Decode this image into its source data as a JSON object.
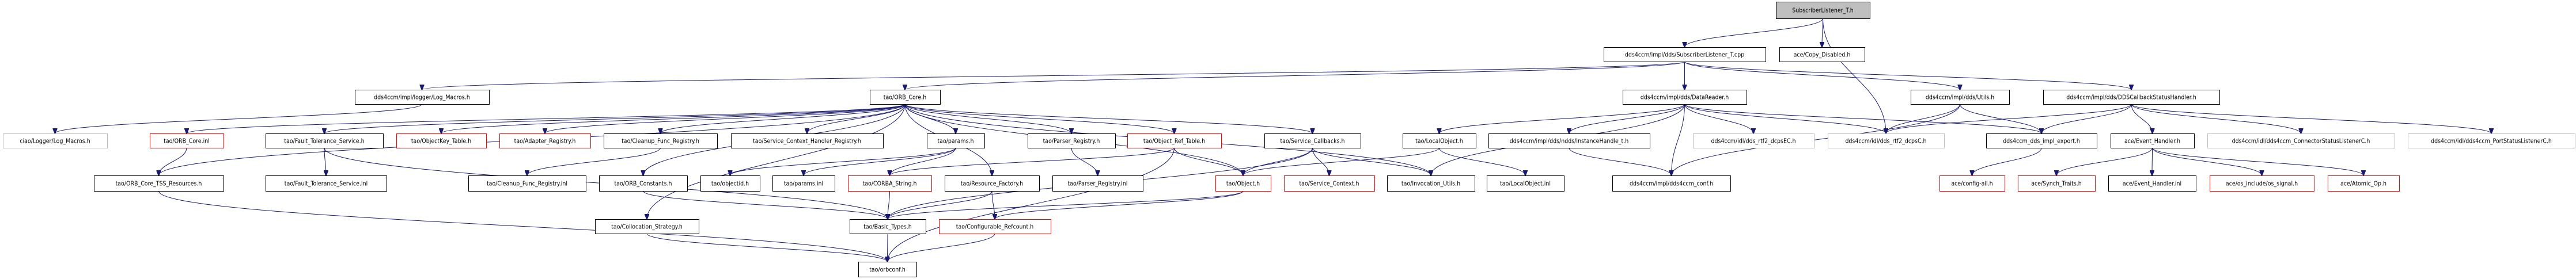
{
  "diagram": {
    "title": "SubscriberListener_T.h",
    "colors": {
      "edge": "#191970",
      "root_fill": "#bfbfbf",
      "normal_border": "#000000",
      "truncated_border": "#ff0000",
      "external_border": "#bfbfbf"
    },
    "nodes": [
      {
        "id": "root",
        "label": "SubscriberListener_T.h",
        "kind": "root"
      },
      {
        "id": "sl_cpp",
        "label": "dds4ccm/impl/dds/SubscriberListener_T.cpp",
        "kind": "normal"
      },
      {
        "id": "copy_disabled",
        "label": "ace/Copy_Disabled.h",
        "kind": "normal"
      },
      {
        "id": "log_macros",
        "label": "dds4ccm/impl/logger/Log_Macros.h",
        "kind": "normal"
      },
      {
        "id": "orb_core",
        "label": "tao/ORB_Core.h",
        "kind": "normal"
      },
      {
        "id": "datareader",
        "label": "dds4ccm/impl/dds/DataReader.h",
        "kind": "normal"
      },
      {
        "id": "utils",
        "label": "dds4ccm/impl/dds/Utils.h",
        "kind": "normal"
      },
      {
        "id": "ddscb",
        "label": "dds4ccm/impl/dds/DDSCallbackStatusHandler.h",
        "kind": "normal"
      },
      {
        "id": "ciao_log",
        "label": "ciao/Logger/Log_Macros.h",
        "kind": "external"
      },
      {
        "id": "orb_core_inl",
        "label": "tao/ORB_Core.inl",
        "kind": "truncated"
      },
      {
        "id": "ft_service",
        "label": "tao/Fault_Tolerance_Service.h",
        "kind": "normal"
      },
      {
        "id": "objectkey",
        "label": "tao/ObjectKey_Table.h",
        "kind": "truncated"
      },
      {
        "id": "adapter_reg",
        "label": "tao/Adapter_Registry.h",
        "kind": "truncated"
      },
      {
        "id": "cleanup_reg",
        "label": "tao/Cleanup_Func_Registry.h",
        "kind": "normal"
      },
      {
        "id": "svc_ctx_reg",
        "label": "tao/Service_Context_Handler_Registry.h",
        "kind": "normal"
      },
      {
        "id": "params_h",
        "label": "tao/params.h",
        "kind": "normal"
      },
      {
        "id": "parser_reg",
        "label": "tao/Parser_Registry.h",
        "kind": "normal"
      },
      {
        "id": "obj_ref_table",
        "label": "tao/Object_Ref_Table.h",
        "kind": "truncated"
      },
      {
        "id": "svc_callbacks",
        "label": "tao/Service_Callbacks.h",
        "kind": "normal"
      },
      {
        "id": "local_object",
        "label": "tao/LocalObject.h",
        "kind": "normal"
      },
      {
        "id": "inst_handle",
        "label": "dds4ccm/impl/dds/ndds/InstanceHandle_t.h",
        "kind": "normal"
      },
      {
        "id": "dcps_ec",
        "label": "dds4ccm/idl/dds_rtf2_dcpsEC.h",
        "kind": "external"
      },
      {
        "id": "dcps_c",
        "label": "dds4ccm/idl/dds_rtf2_dcpsC.h",
        "kind": "external"
      },
      {
        "id": "impl_export",
        "label": "dds4ccm_dds_impl_export.h",
        "kind": "normal"
      },
      {
        "id": "event_handler",
        "label": "ace/Event_Handler.h",
        "kind": "normal"
      },
      {
        "id": "conn_status",
        "label": "dds4ccm/idl/dds4ccm_ConnectorStatusListenerC.h",
        "kind": "external"
      },
      {
        "id": "port_status",
        "label": "dds4ccm/idl/dds4ccm_PortStatusListenerC.h",
        "kind": "external"
      },
      {
        "id": "tss_res",
        "label": "tao/ORB_Core_TSS_Resources.h",
        "kind": "normal"
      },
      {
        "id": "ft_service_inl",
        "label": "tao/Fault_Tolerance_Service.inl",
        "kind": "normal"
      },
      {
        "id": "cleanup_inl",
        "label": "tao/Cleanup_Func_Registry.inl",
        "kind": "normal"
      },
      {
        "id": "orb_constants",
        "label": "tao/ORB_Constants.h",
        "kind": "normal"
      },
      {
        "id": "objectid",
        "label": "tao/objectid.h",
        "kind": "normal"
      },
      {
        "id": "params_inl",
        "label": "tao/params.inl",
        "kind": "normal"
      },
      {
        "id": "corba_string",
        "label": "tao/CORBA_String.h",
        "kind": "truncated"
      },
      {
        "id": "resource_factory",
        "label": "tao/Resource_Factory.h",
        "kind": "normal"
      },
      {
        "id": "parser_inl",
        "label": "tao/Parser_Registry.inl",
        "kind": "normal"
      },
      {
        "id": "object_h",
        "label": "tao/Object.h",
        "kind": "truncated"
      },
      {
        "id": "svc_context",
        "label": "tao/Service_Context.h",
        "kind": "truncated"
      },
      {
        "id": "invocation_utils",
        "label": "tao/Invocation_Utils.h",
        "kind": "normal"
      },
      {
        "id": "local_object_inl",
        "label": "tao/LocalObject.inl",
        "kind": "normal"
      },
      {
        "id": "dds4ccm_conf",
        "label": "dds4ccm/impl/dds4ccm_conf.h",
        "kind": "normal"
      },
      {
        "id": "config_all",
        "label": "ace/config-all.h",
        "kind": "truncated"
      },
      {
        "id": "synch_traits",
        "label": "ace/Synch_Traits.h",
        "kind": "truncated"
      },
      {
        "id": "event_handler_inl",
        "label": "ace/Event_Handler.inl",
        "kind": "normal"
      },
      {
        "id": "os_signal",
        "label": "ace/os_include/os_signal.h",
        "kind": "truncated"
      },
      {
        "id": "atomic_op",
        "label": "ace/Atomic_Op.h",
        "kind": "truncated"
      },
      {
        "id": "collocation",
        "label": "tao/Collocation_Strategy.h",
        "kind": "normal"
      },
      {
        "id": "basic_types",
        "label": "tao/Basic_Types.h",
        "kind": "normal"
      },
      {
        "id": "configurable_refcount",
        "label": "tao/Configurable_Refcount.h",
        "kind": "truncated"
      },
      {
        "id": "orbconf",
        "label": "tao/orbconf.h",
        "kind": "normal"
      }
    ],
    "edges": [
      [
        "root",
        "sl_cpp"
      ],
      [
        "root",
        "copy_disabled"
      ],
      [
        "root",
        "dcps_c"
      ],
      [
        "sl_cpp",
        "log_macros"
      ],
      [
        "sl_cpp",
        "orb_core"
      ],
      [
        "sl_cpp",
        "datareader"
      ],
      [
        "sl_cpp",
        "utils"
      ],
      [
        "sl_cpp",
        "ddscb"
      ],
      [
        "log_macros",
        "ciao_log"
      ],
      [
        "orb_core",
        "orb_core_inl"
      ],
      [
        "orb_core",
        "tss_res"
      ],
      [
        "orb_core",
        "ft_service"
      ],
      [
        "orb_core",
        "objectkey"
      ],
      [
        "orb_core",
        "adapter_reg"
      ],
      [
        "orb_core",
        "cleanup_reg"
      ],
      [
        "orb_core",
        "svc_ctx_reg"
      ],
      [
        "orb_core",
        "params_h"
      ],
      [
        "orb_core",
        "parser_reg"
      ],
      [
        "orb_core",
        "obj_ref_table"
      ],
      [
        "orb_core",
        "svc_callbacks"
      ],
      [
        "orb_core",
        "object_h"
      ],
      [
        "orb_core",
        "invocation_utils"
      ],
      [
        "orb_core",
        "resource_factory"
      ],
      [
        "orb_core",
        "orb_constants"
      ],
      [
        "orb_core",
        "collocation"
      ],
      [
        "orb_core_inl",
        "tss_res"
      ],
      [
        "ft_service",
        "ft_service_inl"
      ],
      [
        "ft_service",
        "basic_types"
      ],
      [
        "cleanup_reg",
        "cleanup_inl"
      ],
      [
        "params_h",
        "objectid"
      ],
      [
        "params_h",
        "params_inl"
      ],
      [
        "params_h",
        "corba_string"
      ],
      [
        "parser_reg",
        "parser_inl"
      ],
      [
        "obj_ref_table",
        "corba_string"
      ],
      [
        "obj_ref_table",
        "object_h"
      ],
      [
        "obj_ref_table",
        "orbconf"
      ],
      [
        "svc_callbacks",
        "object_h"
      ],
      [
        "svc_callbacks",
        "svc_context"
      ],
      [
        "svc_callbacks",
        "invocation_utils"
      ],
      [
        "svc_callbacks",
        "basic_types"
      ],
      [
        "local_object",
        "object_h"
      ],
      [
        "local_object",
        "local_object_inl"
      ],
      [
        "datareader",
        "local_object"
      ],
      [
        "datareader",
        "inst_handle"
      ],
      [
        "datareader",
        "dcps_ec"
      ],
      [
        "datareader",
        "dcps_c"
      ],
      [
        "datareader",
        "dds4ccm_conf"
      ],
      [
        "datareader",
        "impl_export"
      ],
      [
        "datareader",
        "invocation_utils"
      ],
      [
        "inst_handle",
        "dds4ccm_conf"
      ],
      [
        "utils",
        "dcps_c"
      ],
      [
        "utils",
        "impl_export"
      ],
      [
        "utils",
        "dds4ccm_conf"
      ],
      [
        "ddscb",
        "dcps_c"
      ],
      [
        "ddscb",
        "impl_export"
      ],
      [
        "ddscb",
        "event_handler"
      ],
      [
        "ddscb",
        "conn_status"
      ],
      [
        "ddscb",
        "port_status"
      ],
      [
        "impl_export",
        "config_all"
      ],
      [
        "event_handler",
        "synch_traits"
      ],
      [
        "event_handler",
        "event_handler_inl"
      ],
      [
        "event_handler",
        "os_signal"
      ],
      [
        "event_handler",
        "atomic_op"
      ],
      [
        "tss_res",
        "orbconf"
      ],
      [
        "orb_constants",
        "basic_types"
      ],
      [
        "corba_string",
        "basic_types"
      ],
      [
        "resource_factory",
        "basic_types"
      ],
      [
        "resource_factory",
        "configurable_refcount"
      ],
      [
        "object_h",
        "basic_types"
      ],
      [
        "object_h",
        "configurable_refcount"
      ],
      [
        "collocation",
        "orbconf"
      ],
      [
        "basic_types",
        "orbconf"
      ],
      [
        "configurable_refcount",
        "orbconf"
      ]
    ]
  }
}
